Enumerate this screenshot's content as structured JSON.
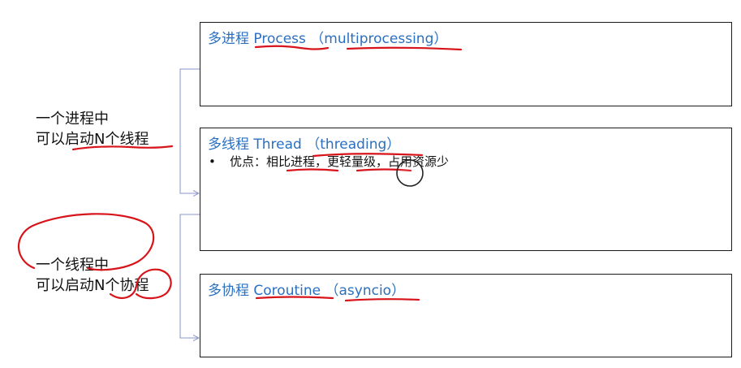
{
  "left_labels": {
    "thread_group": {
      "line1": "一个进程中",
      "line2": "可以启动N个线程"
    },
    "coroutine_group": {
      "line1": "一个线程中",
      "line2": "可以启动N个协程"
    }
  },
  "boxes": {
    "process": {
      "title": "多进程 Process （multiprocessing）"
    },
    "thread": {
      "title": "多线程 Thread （threading）",
      "bullet": "•",
      "bullet_text": "优点：相比进程，更轻量级，占用资源少"
    },
    "coroutine": {
      "title": "多协程 Coroutine （asyncio）"
    }
  },
  "colors": {
    "title_blue": "#2a6fc0",
    "annotation_red": "#d8141b",
    "connector": "#8a94c8"
  }
}
